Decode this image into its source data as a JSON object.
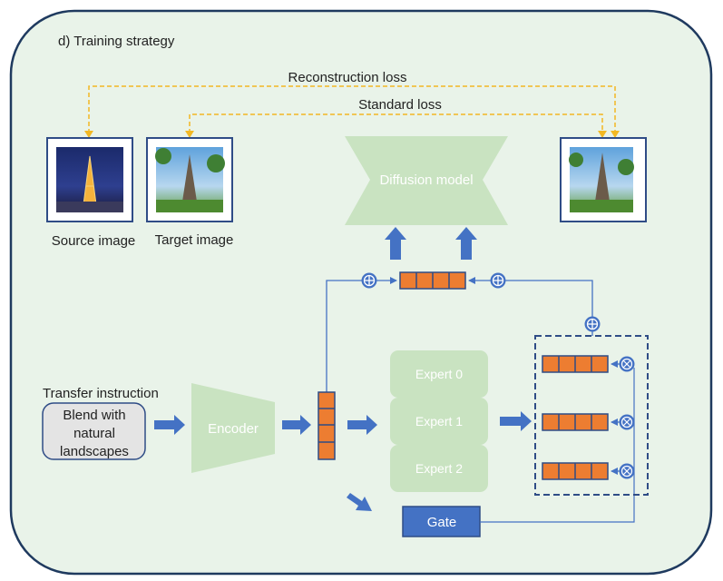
{
  "panel": {
    "title": "d) Training strategy"
  },
  "losses": {
    "reconstruction": "Reconstruction loss",
    "standard": "Standard loss"
  },
  "images": {
    "source_label": "Source image",
    "target_label": "Target image"
  },
  "diffusion_model": {
    "label": "Diffusion model"
  },
  "instruction": {
    "header": "Transfer instruction",
    "lines": [
      "Blend with",
      "natural",
      "landscapes"
    ]
  },
  "encoder": {
    "label": "Encoder"
  },
  "experts": [
    "Expert 0",
    "Expert 1",
    "Expert 2"
  ],
  "gate": {
    "label": "Gate"
  },
  "colors": {
    "background": "#e9f3e9",
    "shape_green": "#c9e3c1",
    "token_orange": "#ed7d31",
    "arrow_blue": "#4472c4",
    "dark_blue": "#2f4c86",
    "gate_blue": "#4472c4",
    "loss_yellow": "#f2b824"
  }
}
